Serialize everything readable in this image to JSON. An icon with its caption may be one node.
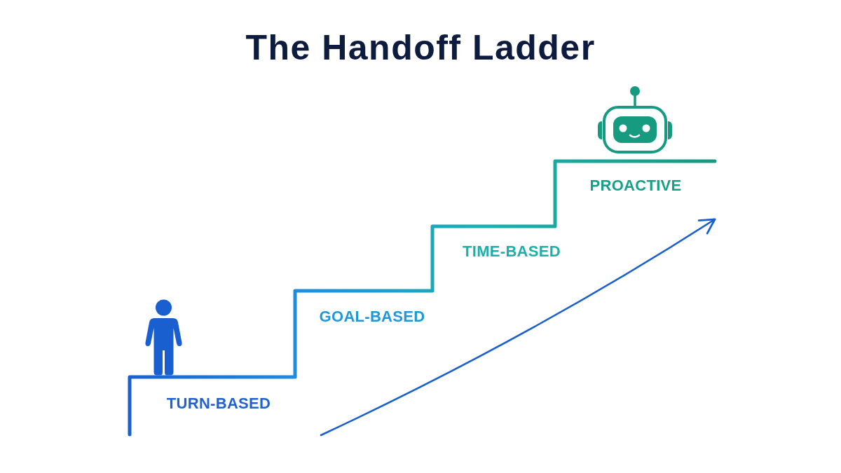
{
  "diagram": {
    "title": "The Handoff Ladder",
    "labels": [
      "TURN-BASED",
      "GOAL-BASED",
      "TIME-BASED",
      "PROACTIVE"
    ]
  }
}
